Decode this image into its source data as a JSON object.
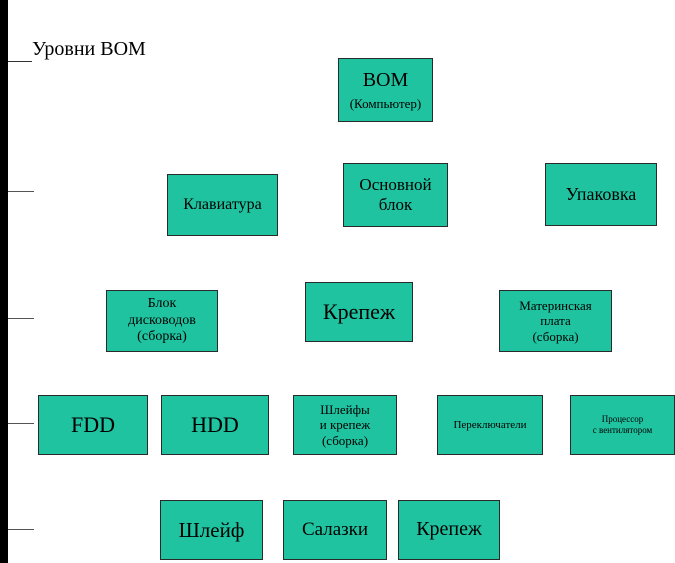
{
  "title": "Уровни BOM",
  "nodes": {
    "bom": {
      "label": "BOM",
      "sub": "(Компьютер)"
    },
    "keyboard": "Клавиатура",
    "main_block": "Основной\nблок",
    "packaging": "Упаковка",
    "drive_block": "Блок\nдисководов\n(сборка)",
    "fasteners_l2": "Крепеж",
    "motherboard": "Материнская\nплата\n(сборка)",
    "fdd": "FDD",
    "hdd": "HDD",
    "cables_fasteners": "Шлейфы\nи крепеж\n(сборка)",
    "switches": "Переключатели",
    "cpu_fan": "Процессор\nс вентилятором",
    "cable": "Шлейф",
    "rails": "Салазки",
    "fasteners_l4": "Крепеж"
  },
  "colors": {
    "node_fill": "#1fc3a0",
    "edge": "#ffffff",
    "text": "#000000"
  }
}
